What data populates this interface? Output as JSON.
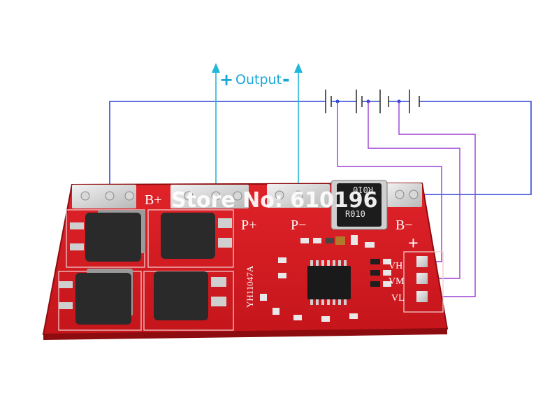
{
  "labels": {
    "output_word": "Output",
    "output_plus": "+",
    "output_minus": "-",
    "b_plus": "B+",
    "p_plus": "P+",
    "p_minus": "P−",
    "b_minus": "B−",
    "plus_sign": "+",
    "vh": "VH",
    "vm": "VM",
    "vl": "VL",
    "model": "YH11047A",
    "resistor_top": "R010",
    "resistor_bottom": "R010"
  },
  "watermark": "Store No: 610196",
  "colors": {
    "pcb": "#d41a20",
    "pcb_dark": "#9b0f14",
    "blue_wire": "#2f45d8",
    "cyan_wire": "#20b8d8",
    "purple_wire": "#9a3fd0",
    "battery_line": "#333333"
  }
}
